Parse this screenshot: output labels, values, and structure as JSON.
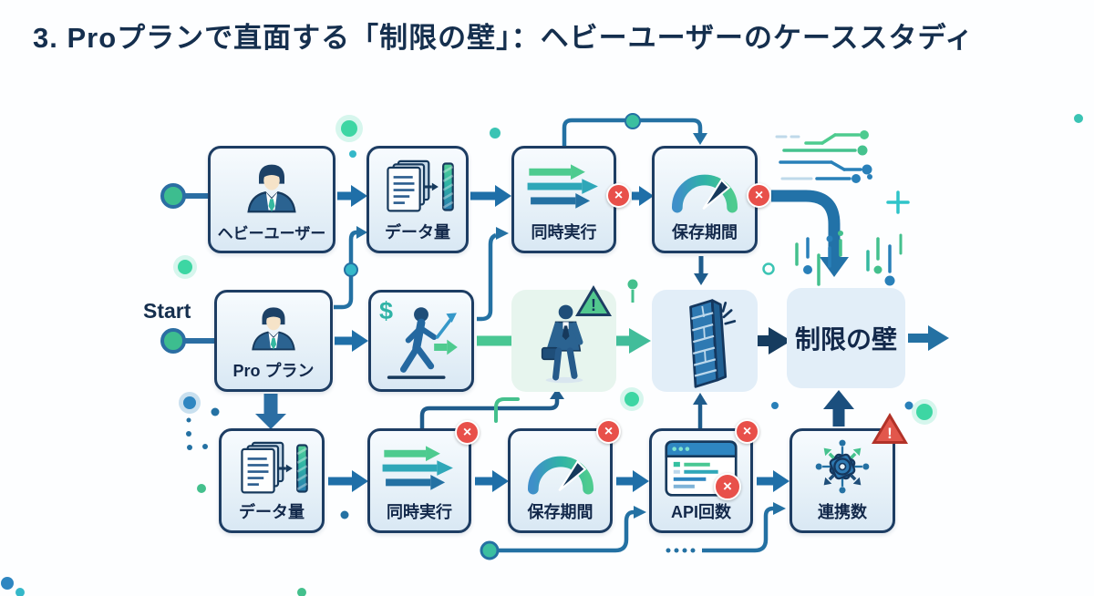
{
  "title": "3. Proプランで直面する「制限の壁」：ヘビーユーザーのケーススタディ",
  "start_label": "Start",
  "nodes": {
    "heavy_user": {
      "label": "ヘビーユーザー"
    },
    "data_volume_top": {
      "label": "データ量"
    },
    "concurrency_top": {
      "label": "同時実行"
    },
    "retention_top": {
      "label": "保存期間"
    },
    "pro_plan": {
      "label": "Pro プラン"
    },
    "limit_wall": {
      "label": "制限の壁"
    },
    "data_volume_bottom": {
      "label": "データ量"
    },
    "concurrency_bottom": {
      "label": "同時実行"
    },
    "retention_bottom": {
      "label": "保存期間"
    },
    "api_count": {
      "label": "API回数"
    },
    "integration_count": {
      "label": "連携数"
    }
  },
  "icons": {
    "dollar_sign": "$"
  },
  "badges": {
    "error_glyph": "×",
    "warning_glyph": "!"
  },
  "colors": {
    "accent_green": "#4ecb8f",
    "accent_teal": "#35b8a0",
    "primary_blue": "#2471a3",
    "navy": "#14375e",
    "error_red": "#e8504a",
    "box_border": "#1d3d63"
  }
}
